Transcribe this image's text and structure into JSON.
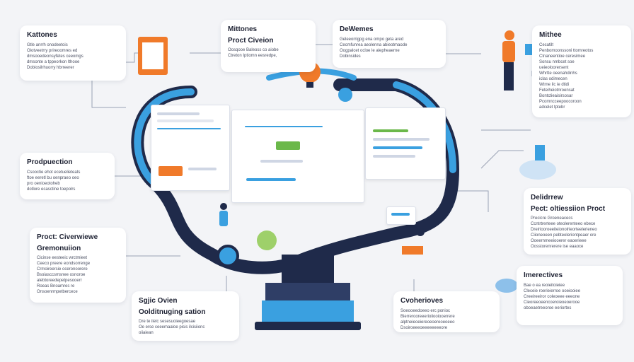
{
  "colors": {
    "accent": "#f07a2a",
    "blue": "#3aa0e0",
    "navy": "#1f2a4a",
    "green": "#6bb84a"
  },
  "cards": [
    {
      "id": "kattones",
      "title": "Kattones",
      "lines": [
        "Gtle anrrh onodeetois",
        "Oiotveetrry prireoomres ed",
        "dmsooedeonsyfetes ceeomgs",
        "dmsonte a tppeorkon lthooe",
        "Dobiosilrhuorry hbrreerer"
      ]
    },
    {
      "id": "milestones",
      "title": "Mittones",
      "subtitle": "Proct Civeion",
      "lines": [
        "Oosqooe Baleoss co aiobe",
        "Ctreton Iptiomn eesredpe,"
      ]
    },
    {
      "id": "dewemes",
      "title": "DeWemes",
      "lines": [
        "Geleeorrigpg ena ompo geta ared",
        "Cecmfunrea aeolenna abieotmaode",
        "Oogpalcet ocloe le alepheaerne",
        "Dobinsides"
      ]
    },
    {
      "id": "mithee",
      "title": "Mithee",
      "lines": [
        "Cecatilt",
        "Penbomoonssoni ttomreotos",
        "Ctnaneentioe ceresimee",
        "Sonsu nmbcet soe",
        "ueieoloorersent",
        "Whrtte oeenahdinhs",
        "iclas  odimecen",
        "Wtrne ilc ie dtidi",
        "Feteiheiotnroensat",
        "Bontctieaisirsosar",
        "Pcomncceepoocoroon",
        "adcelet tptebr"
      ]
    },
    {
      "id": "production",
      "title": "Prodpuection",
      "lines": [
        "Csooctie ehot  ecetuelieteats",
        "ftoe eeretl bu oenpraeo oeo",
        "pro oenioeotoheb",
        "dotlore ecasctine toepolrs"
      ]
    },
    {
      "id": "overview",
      "title": "Proct: Civerwiewe",
      "subtitle": "Gremonuiion",
      "lines": [
        "Cicinse eesteeic wrctmieet",
        "Ceeco preere eondsorrenge",
        "Crmoireersie oceronoorere",
        "Bsoiasccsmsnee osnoroe",
        "alebtoreedepetpesooerr",
        "Roeas Bnoamres re",
        "Onsoenrmpetbercece"
      ]
    },
    {
      "id": "staticoverview",
      "title": "Sgjic Ovien",
      "subtitle": "Oolditnuging sation",
      "lines": [
        "Dre te ilelc   sesesuoieegoesae",
        "Oe erse ceeemaaloe pisis ilcisiionc",
        "oiiaiean"
      ]
    },
    {
      "id": "deliverables",
      "title": "Delidrrew",
      "subtitle": "Pect: oltiessiion Proct",
      "lines": [
        "Precicre Groeneacecs",
        "Ccntrtrerteee oteolerenteeo ebece",
        "Dreiriooroeeiteionolrieorteelerieneo",
        "Ciioneoeen pebteoleriontpeaer ore",
        "Ooeernmeeiooerer eaoerieee",
        "Oosstorenrerere ise eaaoce"
      ]
    },
    {
      "id": "interactives",
      "title": "Imerectives",
      "lines": [
        "Bae o ea reoieitoieiee",
        "Cleceie  roerieierroe   ooeiooiee",
        "Creeireeiror coleoeee eeeone",
        "Cieoreeoeencoeroieoeoerooe",
        "oboeaetreeoroe eeriortes"
      ]
    },
    {
      "id": "cwerieves",
      "title": "Cvoherioves",
      "lines": [
        "Soeooeedoeeo  erc ponioc",
        "Bierrerooreeerioiiooiooerrere",
        "alptneieoeiereoeoereoeoeeo",
        "Dsoiroeeeoeeeeeeeeore"
      ]
    }
  ],
  "icons": {
    "doc": "document-icon",
    "bulb": "lightbulb-icon",
    "search": "search-icon",
    "person": "person-icon",
    "cloud": "cloud-icon",
    "gear": "gear-icon"
  }
}
